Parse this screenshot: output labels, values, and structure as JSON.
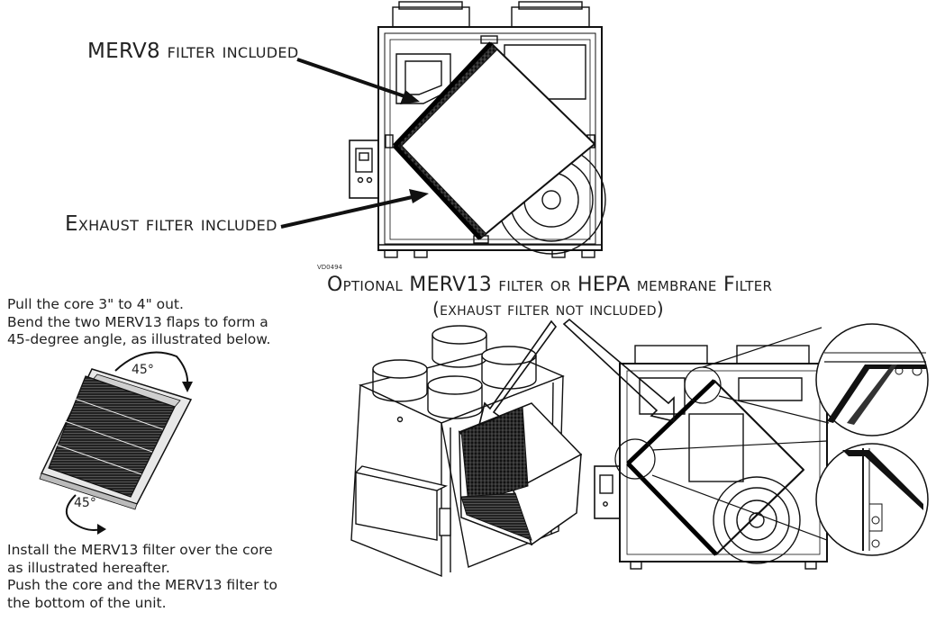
{
  "labels": {
    "merv8": "MERV8 filter included",
    "exhaust": "Exhaust filter included",
    "optional_line1": "Optional MERV13 filter or HEPA membrane Filter",
    "optional_line2": "(exhaust filter not included)",
    "figure_code": "VD0494"
  },
  "instructions_top": [
    "Pull the core 3\" to 4\" out.",
    "Bend the two MERV13 flaps to form a",
    "45-degree angle, as illustrated below."
  ],
  "instructions_bottom": [
    "Install the MERV13 filter over the core",
    "as illustrated hereafter.",
    "Push the core and the MERV13 filter to",
    "the bottom of the unit."
  ],
  "angles": {
    "top": "45°",
    "bottom": "45°"
  }
}
